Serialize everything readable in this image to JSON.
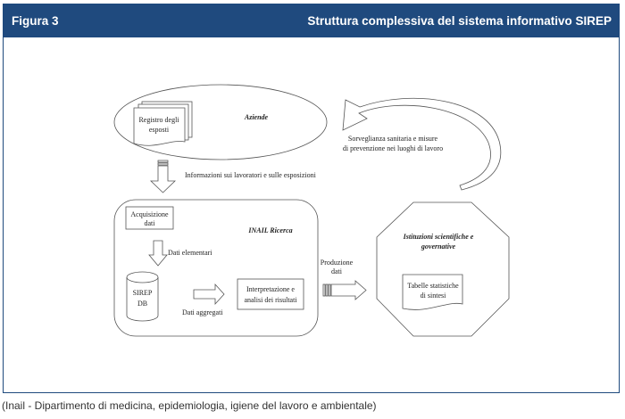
{
  "header": {
    "figure_label": "Figura 3",
    "title": "Struttura complessiva del sistema informativo SIREP"
  },
  "diagram": {
    "aziende": {
      "label": "Aziende",
      "doc_line1": "Registro degli",
      "doc_line2": "esposti"
    },
    "info_arrow_label": "Informazioni sui lavoratori e sulle esposizioni",
    "inail": {
      "label": "INAIL Ricerca",
      "acq_line1": "Acquisizione",
      "acq_line2": "dati",
      "dati_elementari": "Dati elementari",
      "db_line1": "SIREP",
      "db_line2": "DB",
      "dati_aggregati": "Dati aggregati",
      "interp_line1": "Interpretazione e",
      "interp_line2": "analisi dei risultati"
    },
    "produzione_line1": "Produzione",
    "produzione_line2": "dati",
    "istituzioni": {
      "label_line1": "Istituzioni scientifiche e",
      "label_line2": "governative",
      "doc_line1": "Tabelle statistiche",
      "doc_line2": "di sintesi"
    },
    "feedback_line1": "Sorveglianza sanitaria e misure",
    "feedback_line2": "di prevenzione nei luoghi di lavoro"
  },
  "caption": "(Inail - Dipartimento di medicina, epidemiologia, igiene del lavoro e ambientale)"
}
